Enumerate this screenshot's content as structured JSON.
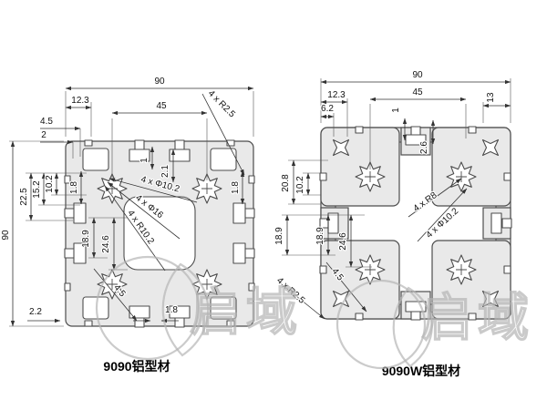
{
  "watermark": {
    "text": "启域"
  },
  "figures": [
    {
      "title": "9090铝型材",
      "dims": {
        "w90": "90",
        "h90": "90",
        "d12_3": "12.3",
        "d45": "45",
        "r2_5": "4 x R2.5",
        "d4_5": "4.5",
        "d2": "2",
        "d22_5": "22.5",
        "d15_2": "15.2",
        "d10_2": "10.2",
        "d1_8_left": "1.8",
        "d1": "1",
        "d2_1": "2.1",
        "phi10_2": "4 x Φ10.2",
        "phi16": "4 x Φ16",
        "r10_2": "4 x R10.2",
        "d1_8_right": "1.8",
        "d18_9": "18.9",
        "d24_6": "24.6",
        "d4_5_diag": "4.5",
        "d2_2": "2.2",
        "d1_8_bottom": "1.8"
      }
    },
    {
      "title": "9090W铝型材",
      "dims": {
        "w90": "90",
        "d12_3": "12.3",
        "d6_2": "6.2",
        "d45": "45",
        "d13": "13",
        "d1": "1",
        "d2_6": "2.6",
        "d20_8": "20.8",
        "d10_2": "10.2",
        "d18_9a": "18.9",
        "d18_9b": "18.9",
        "d24_6": "24.6",
        "r8": "4 x R8",
        "phi10_2": "4 x Φ10.2",
        "d4_5_diag": "4.5",
        "r2_5": "4 x R2.5"
      }
    }
  ]
}
